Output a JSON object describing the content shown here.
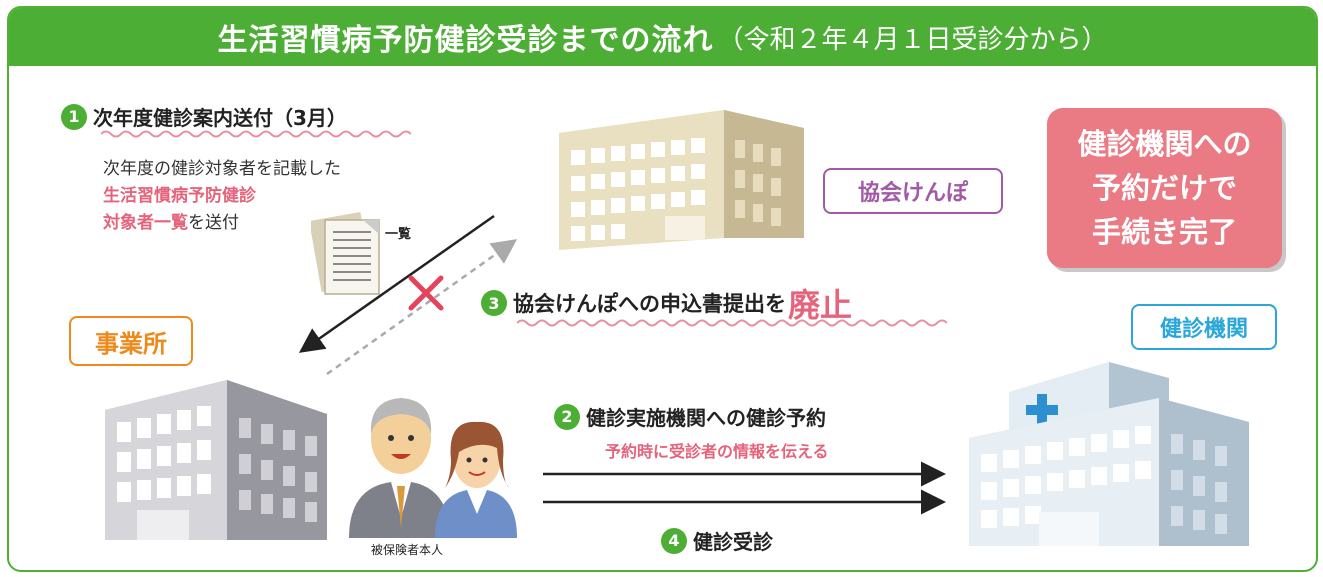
{
  "header": {
    "title": "生活習慣病予防健診受診までの流れ",
    "subtitle": "（令和２年４月１日受診分から）"
  },
  "step1": {
    "number": "1",
    "title": "次年度健診案内送付（3月）",
    "desc_line1": "次年度の健診対象者を記載した",
    "desc_highlight1": "生活習慣病予防健診",
    "desc_highlight2": "対象者一覧",
    "desc_suffix": "を送付",
    "doc_label": "一覧"
  },
  "step2": {
    "number": "2",
    "title": "健診実施機関への健診予約",
    "note": "予約時に受診者の情報を伝える"
  },
  "step3": {
    "number": "3",
    "title": "協会けんぽへの申込書提出を",
    "emphasis": "廃止"
  },
  "step4": {
    "number": "4",
    "title": "健診受診"
  },
  "labels": {
    "kyokai": "協会けんぽ",
    "jigyosho": "事業所",
    "kenshin_kikan": "健診機関",
    "insured": "被保険者本人"
  },
  "callout": {
    "line1": "健診機関への",
    "line2": "予約だけで",
    "line3": "手続き完了"
  },
  "colors": {
    "green": "#4cae34",
    "pink": "#e5647c",
    "purple": "#a25aa8",
    "orange": "#ee8a1c",
    "cyan": "#2aa7d8",
    "red_cross": "#e6435a"
  }
}
